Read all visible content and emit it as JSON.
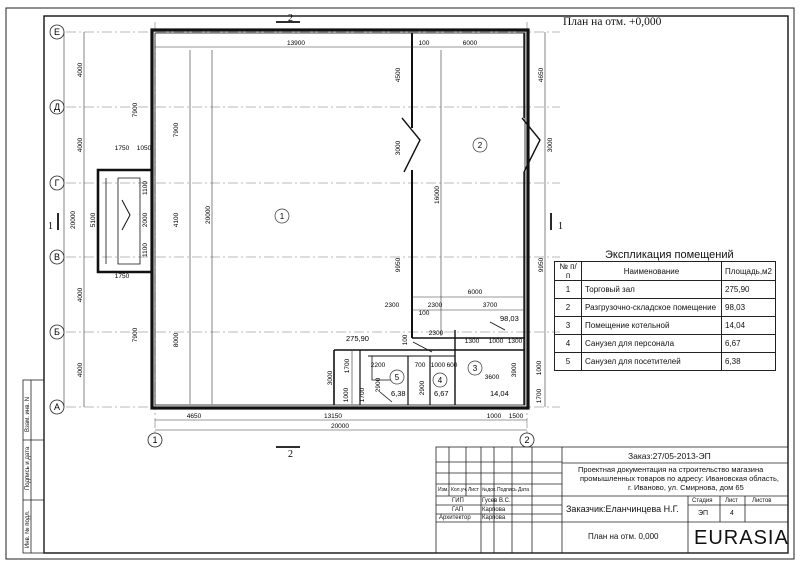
{
  "sheet_title": "План на отм. +0,000",
  "axes": {
    "letters": [
      "Е",
      "Д",
      "Г",
      "В",
      "Б",
      "А"
    ],
    "numbers": [
      "1",
      "2"
    ]
  },
  "section_mark": {
    "num_top": "2",
    "num_bottom": "2",
    "left": "1",
    "right": "1"
  },
  "rooms_on_plan": [
    "1",
    "2",
    "3",
    "4",
    "5"
  ],
  "dims": {
    "top_13900": "13900",
    "top_100": "100",
    "top_6000": "6000",
    "mid_2300a": "2300",
    "mid_2300b": "2300",
    "mid_3700": "3700",
    "mid_6000": "6000",
    "mid_100": "100",
    "mid_2300c": "2300",
    "d1300a": "1300",
    "d1000": "1000",
    "d1300b": "1300",
    "d2200": "2200",
    "d700": "700",
    "d1000b": "1000",
    "d600": "600",
    "d3600": "3600",
    "d1700": "1700",
    "d1000c": "1000",
    "bot_4650": "4650",
    "bot_13150": "13150",
    "bot_1000": "1000",
    "bot_1500": "1500",
    "bot_20000": "20000",
    "l_4000a": "4000",
    "l_4000b": "4000",
    "l_20000": "20000",
    "l_4000c": "4000",
    "l_4000d": "4000",
    "l2_7900a": "7900",
    "l2_7900b": "7900",
    "l_1750a": "1750",
    "l_1050": "1050",
    "l_1750b": "1750",
    "l_5100": "5100",
    "l_1100a": "1100",
    "l_1100b": "1100",
    "l_2000": "2000",
    "i_7900": "7900",
    "i_4100": "4100",
    "i_8000": "8000",
    "i_20000": "20000",
    "i_4500": "4500",
    "i_3000a": "3000",
    "i_16000": "16000",
    "i_9950": "9950",
    "i_100": "100",
    "r_4650": "4650",
    "r_3000": "3000",
    "r_9950": "9950",
    "r_1000": "1000",
    "r_1700": "1700",
    "s_3000": "3000",
    "s_1700": "1700",
    "s_2900": "2900",
    "s_2900b": "2900",
    "s_3900": "3900"
  },
  "areas_on_plan": {
    "a1": "275,90",
    "a2": "98,03",
    "a3": "14,04",
    "a4": "6,67",
    "a5": "6,38"
  },
  "explication": {
    "title": "Экспликация помещений",
    "headers": [
      "№ п/п",
      "Наименование",
      "Площадь,м2"
    ],
    "rows": [
      [
        "1",
        "Торговый зал",
        "275,90"
      ],
      [
        "2",
        "Разгрузочно-складское помещение",
        "98,03"
      ],
      [
        "3",
        "Помещение котельной",
        "14,04"
      ],
      [
        "4",
        "Санузел для персонала",
        "6,67"
      ],
      [
        "5",
        "Санузел для посетителей",
        "6,38"
      ]
    ]
  },
  "left_stamp": [
    "Инв. № подл.",
    "Подпись и дата",
    "Взам. инв. N"
  ],
  "stamp": {
    "order": "Заказ:27/05-2013-ЭП",
    "project": [
      "Проектная документация на строительство магазина",
      "промышленных товаров по адресу: Ивановская область,",
      "г. Иваново, ул. Смирнова, дом 65"
    ],
    "cols": [
      "Изм.",
      "Кол.уч.",
      "Лист",
      "№док.",
      "Подпись",
      "Дата"
    ],
    "roles": [
      [
        "ГИП",
        "Гусев В.С."
      ],
      [
        "ГАП",
        "Карпова"
      ],
      [
        "Архитектор",
        "Карпова"
      ]
    ],
    "customer": "Заказчик:Еланчинцева Н.Г.",
    "stage_headers": [
      "Стадия",
      "Лист",
      "Листов"
    ],
    "stage_values": [
      "ЭП",
      "4",
      ""
    ],
    "sheet_name": "План на отм. 0,000",
    "logo": "EURASIA"
  }
}
